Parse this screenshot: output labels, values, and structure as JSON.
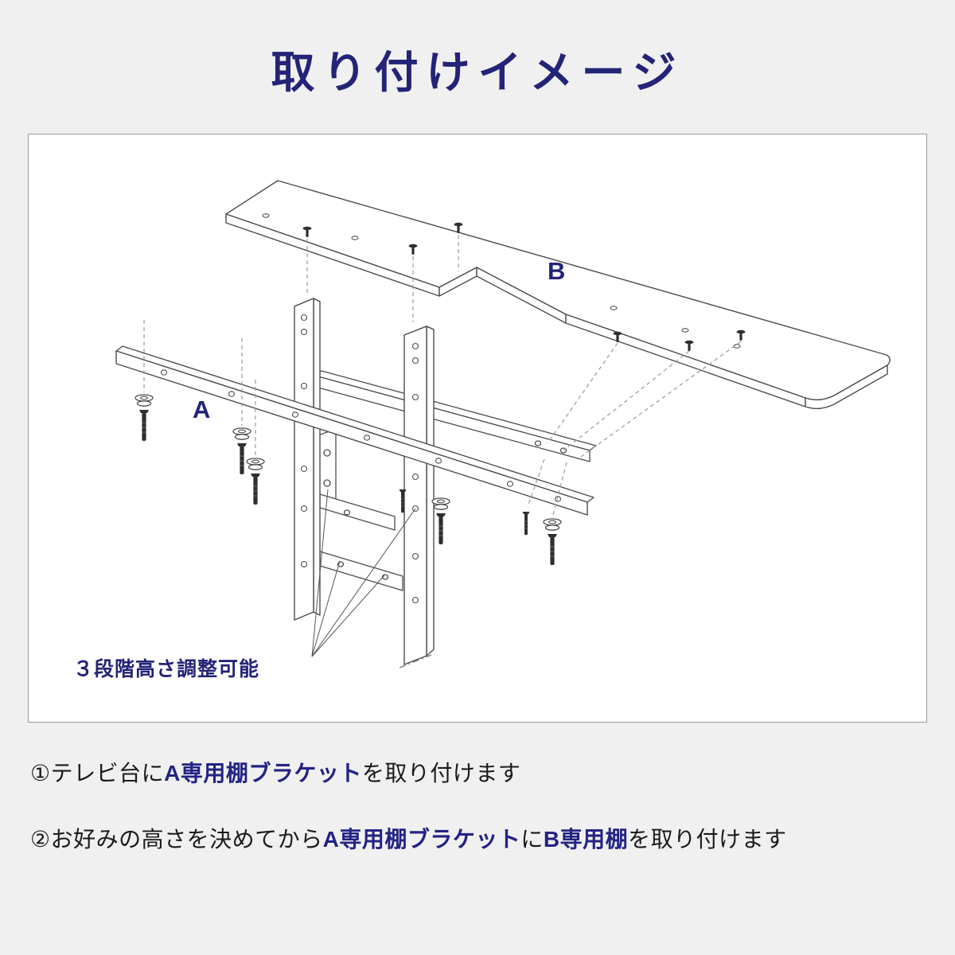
{
  "colors": {
    "accent_navy": "#232377",
    "body_text": "#1a1a1a",
    "page_background": "#f0f0f0",
    "panel_background": "#ffffff",
    "panel_border": "#9b9b9b",
    "line_art": "#4d4d4d"
  },
  "title": "取り付けイメージ",
  "diagram": {
    "label_a": "A",
    "label_b": "B",
    "note": "３段階高さ調整可能"
  },
  "instructions": {
    "line1": {
      "segments": [
        {
          "text": "①テレビ台に"
        },
        {
          "text": "A専用棚ブラケット"
        },
        {
          "text": "を取り付けます"
        }
      ]
    },
    "line2": {
      "segments": [
        {
          "text": "②お好みの高さを決めてから"
        },
        {
          "text": "A専用棚ブラケット"
        },
        {
          "text": "に"
        },
        {
          "text": "B専用棚"
        },
        {
          "text": "を取り付けます"
        }
      ]
    }
  }
}
